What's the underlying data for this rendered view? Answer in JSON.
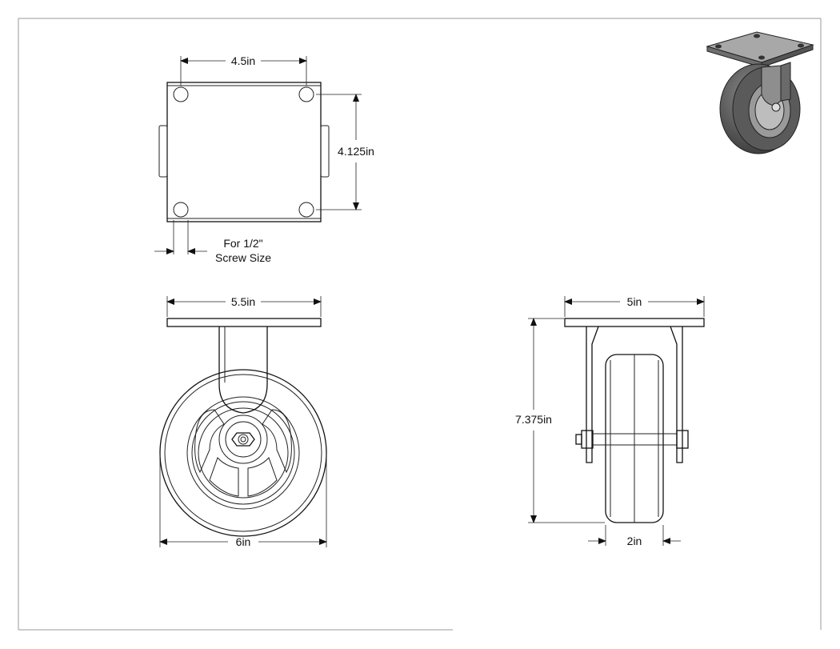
{
  "dimensions": {
    "plate_hole_spacing_x": "4.5in",
    "plate_hole_spacing_y": "4.125in",
    "screw_note_line1": "For 1/2\"",
    "screw_note_line2": "Screw Size",
    "plate_width": "5.5in",
    "wheel_diameter": "6in",
    "plate_length": "5in",
    "overall_height": "7.375in",
    "wheel_width": "2in"
  }
}
